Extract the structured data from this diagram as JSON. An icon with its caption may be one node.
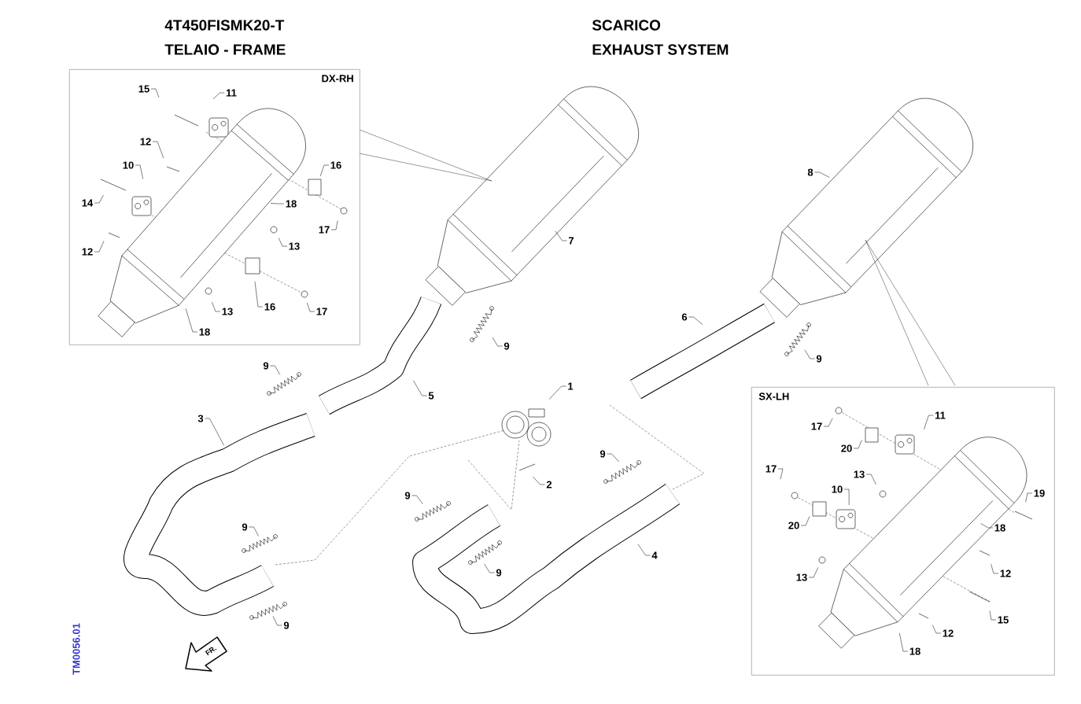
{
  "diagram": {
    "nodes": [
      {
        "text": [
          "DX-RH"
        ]
      },
      {
        "text": [
          "15"
        ],
        "in": 0
      },
      {
        "text": [
          "11"
        ],
        "in": 0
      },
      {
        "text": [
          "12"
        ],
        "in": 0
      },
      {
        "text": [
          "10"
        ],
        "in": 0
      },
      {
        "text": [
          "16"
        ],
        "in": 0
      },
      {
        "text": [
          "14"
        ],
        "in": 0
      },
      {
        "text": [
          "18"
        ],
        "in": 0
      },
      {
        "text": [
          "17"
        ],
        "in": 0
      },
      {
        "text": [
          "12"
        ],
        "in": 0
      },
      {
        "text": [
          "13"
        ],
        "in": 0
      },
      {
        "text": [
          "16"
        ],
        "in": 0
      },
      {
        "text": [
          "13"
        ],
        "in": 0
      },
      {
        "text": [
          "17"
        ],
        "in": 0
      },
      {
        "text": [
          "18"
        ],
        "in": 0
      },
      {
        "text": [
          "8"
        ]
      },
      {
        "text": [
          "7"
        ]
      },
      {
        "text": [
          "6"
        ]
      },
      {
        "text": [
          "9"
        ]
      },
      {
        "text": [
          "9"
        ]
      },
      {
        "text": [
          "9"
        ]
      },
      {
        "text": [
          "1"
        ]
      },
      {
        "text": [
          "5"
        ]
      },
      {
        "text": [
          "3"
        ]
      },
      {
        "text": [
          "9"
        ]
      },
      {
        "text": [
          "2"
        ]
      },
      {
        "text": [
          "9"
        ]
      },
      {
        "text": [
          "9"
        ]
      },
      {
        "text": [
          "4"
        ]
      },
      {
        "text": [
          "9"
        ]
      },
      {
        "text": [
          "9"
        ]
      },
      {
        "text": [
          "SX-LH"
        ]
      },
      {
        "text": [
          "11"
        ],
        "in": 31
      },
      {
        "text": [
          "17"
        ],
        "in": 31
      },
      {
        "text": [
          "20"
        ],
        "in": 31
      },
      {
        "text": [
          "17"
        ],
        "in": 31
      },
      {
        "text": [
          "13"
        ],
        "in": 31
      },
      {
        "text": [
          "10"
        ],
        "in": 31
      },
      {
        "text": [
          "19"
        ],
        "in": 31
      },
      {
        "text": [
          "20"
        ],
        "in": 31
      },
      {
        "text": [
          "18"
        ],
        "in": 31
      },
      {
        "text": [
          "12"
        ],
        "in": 31
      },
      {
        "text": [
          "13"
        ],
        "in": 31
      },
      {
        "text": [
          "15"
        ],
        "in": 31
      },
      {
        "text": [
          "12"
        ],
        "in": 31
      },
      {
        "text": [
          "18"
        ],
        "in": 31
      }
    ],
    "edges": [
      {
        "from": 1,
        "to": null,
        "arrow": "none"
      },
      {
        "from": 2,
        "to": null,
        "arrow": "none"
      },
      {
        "from": 3,
        "to": null,
        "arrow": "none"
      },
      {
        "from": 4,
        "to": null,
        "arrow": "none"
      },
      {
        "from": 5,
        "to": null,
        "arrow": "none"
      },
      {
        "from": 6,
        "to": null,
        "arrow": "none"
      },
      {
        "from": 7,
        "to": null,
        "arrow": "none"
      },
      {
        "from": 8,
        "to": null,
        "arrow": "none"
      },
      {
        "from": 9,
        "to": null,
        "arrow": "none"
      },
      {
        "from": 10,
        "to": null,
        "arrow": "none"
      },
      {
        "from": 11,
        "to": null,
        "arrow": "none"
      },
      {
        "from": 12,
        "to": null,
        "arrow": "none"
      },
      {
        "from": 13,
        "to": null,
        "arrow": "none"
      },
      {
        "from": 14,
        "to": null,
        "arrow": "none"
      },
      {
        "from": 15,
        "to": null,
        "arrow": "none"
      },
      {
        "from": 16,
        "to": null,
        "arrow": "none"
      },
      {
        "from": 17,
        "to": null,
        "arrow": "none"
      },
      {
        "from": 18,
        "to": null,
        "arrow": "none"
      },
      {
        "from": 19,
        "to": null,
        "arrow": "none"
      },
      {
        "from": 20,
        "to": null,
        "arrow": "none"
      },
      {
        "from": 21,
        "to": null,
        "arrow": "none"
      },
      {
        "from": 22,
        "to": null,
        "arrow": "none"
      },
      {
        "from": 23,
        "to": null,
        "arrow": "none"
      },
      {
        "from": 24,
        "to": null,
        "arrow": "none"
      },
      {
        "from": 25,
        "to": null,
        "arrow": "none"
      },
      {
        "from": 26,
        "to": null,
        "arrow": "none"
      },
      {
        "from": 27,
        "to": null,
        "arrow": "none"
      },
      {
        "from": 28,
        "to": null,
        "arrow": "none"
      },
      {
        "from": 29,
        "to": null,
        "arrow": "none"
      },
      {
        "from": 30,
        "to": null,
        "arrow": "none"
      },
      {
        "from": 32,
        "to": null,
        "arrow": "none"
      },
      {
        "from": 33,
        "to": null,
        "arrow": "none"
      },
      {
        "from": 34,
        "to": null,
        "arrow": "none"
      },
      {
        "from": 35,
        "to": null,
        "arrow": "none"
      },
      {
        "from": 36,
        "to": null,
        "arrow": "none"
      },
      {
        "from": 37,
        "to": null,
        "arrow": "none"
      },
      {
        "from": 38,
        "to": null,
        "arrow": "none"
      },
      {
        "from": 39,
        "to": null,
        "arrow": "none"
      },
      {
        "from": 40,
        "to": null,
        "arrow": "none"
      },
      {
        "from": 41,
        "to": null,
        "arrow": "none"
      },
      {
        "from": 42,
        "to": null,
        "arrow": "none"
      },
      {
        "from": 43,
        "to": null,
        "arrow": "none"
      },
      {
        "from": 44,
        "to": null,
        "arrow": "none"
      },
      {
        "from": 45,
        "to": null,
        "arrow": "none"
      }
    ],
    "labels": [
      "4T450FISMK20-T",
      "TELAIO - FRAME",
      "SCARICO",
      "EXHAUST SYSTEM",
      "TM0056.01",
      "FR."
    ]
  }
}
